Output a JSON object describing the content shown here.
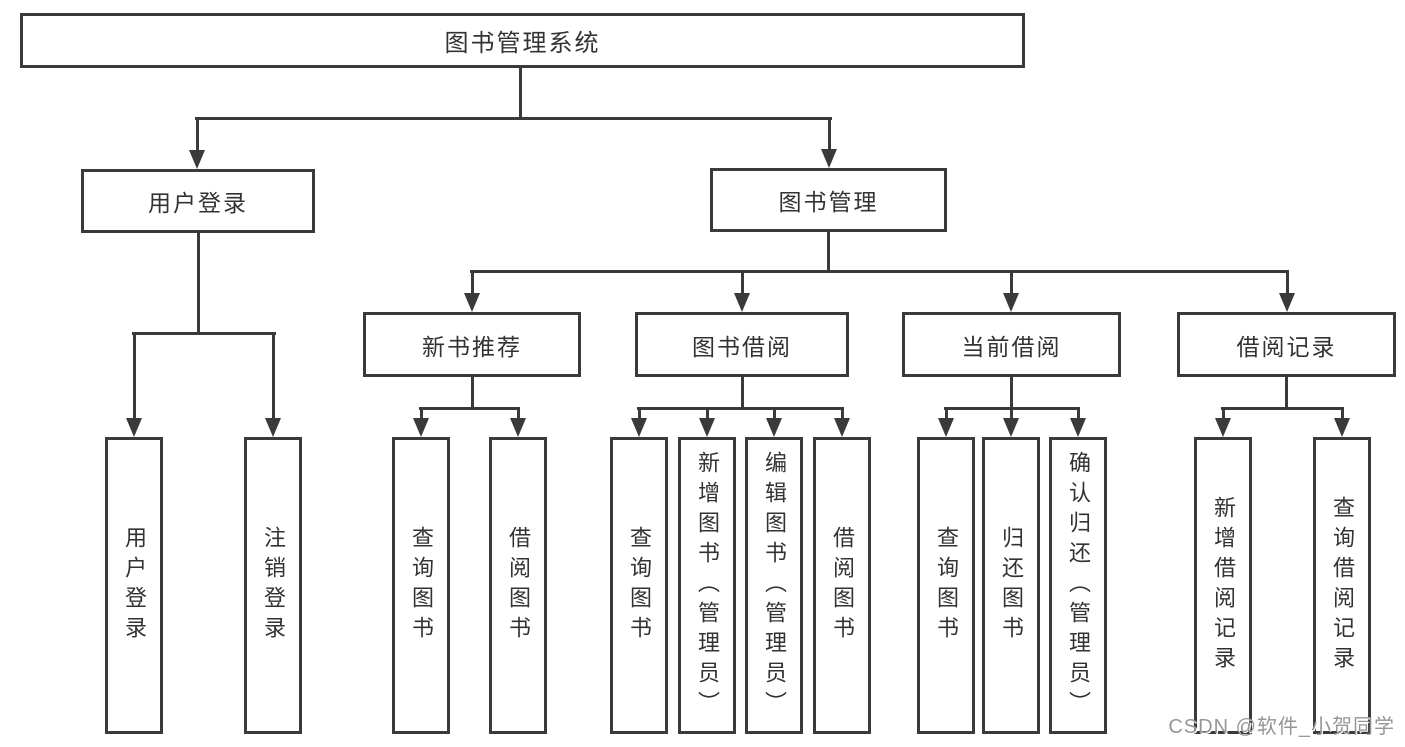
{
  "diagram": {
    "title": "图书管理系统",
    "watermark": "CSDN @软件_小贺同学",
    "colors": {
      "line": "#3a3a3a",
      "text": "#333333",
      "box_fill": "#ffffff",
      "background": "#ffffff",
      "watermark": "#969696"
    },
    "root": {
      "id": "root",
      "label": "图书管理系统",
      "children": [
        {
          "id": "user-login",
          "label": "用户登录",
          "children": [
            {
              "id": "user-login-action",
              "label": "用户登录"
            },
            {
              "id": "logout-action",
              "label": "注销登录"
            }
          ]
        },
        {
          "id": "book-mgmt",
          "label": "图书管理",
          "children": [
            {
              "id": "new-book-rec",
              "label": "新书推荐",
              "children": [
                {
                  "id": "nbr-query",
                  "label": "查询图书"
                },
                {
                  "id": "nbr-borrow",
                  "label": "借阅图书"
                }
              ]
            },
            {
              "id": "book-borrow",
              "label": "图书借阅",
              "children": [
                {
                  "id": "bb-query",
                  "label": "查询图书"
                },
                {
                  "id": "bb-add",
                  "label": "新增图书（管理员）"
                },
                {
                  "id": "bb-edit",
                  "label": "编辑图书（管理员）"
                },
                {
                  "id": "bb-borrow",
                  "label": "借阅图书"
                }
              ]
            },
            {
              "id": "current-borrow",
              "label": "当前借阅",
              "children": [
                {
                  "id": "cb-query",
                  "label": "查询图书"
                },
                {
                  "id": "cb-return",
                  "label": "归还图书"
                },
                {
                  "id": "cb-confirm",
                  "label": "确认归还（管理员）"
                }
              ]
            },
            {
              "id": "borrow-records",
              "label": "借阅记录",
              "children": [
                {
                  "id": "br-add",
                  "label": "新增借阅记录"
                },
                {
                  "id": "br-query",
                  "label": "查询借阅记录"
                }
              ]
            }
          ]
        }
      ]
    }
  }
}
